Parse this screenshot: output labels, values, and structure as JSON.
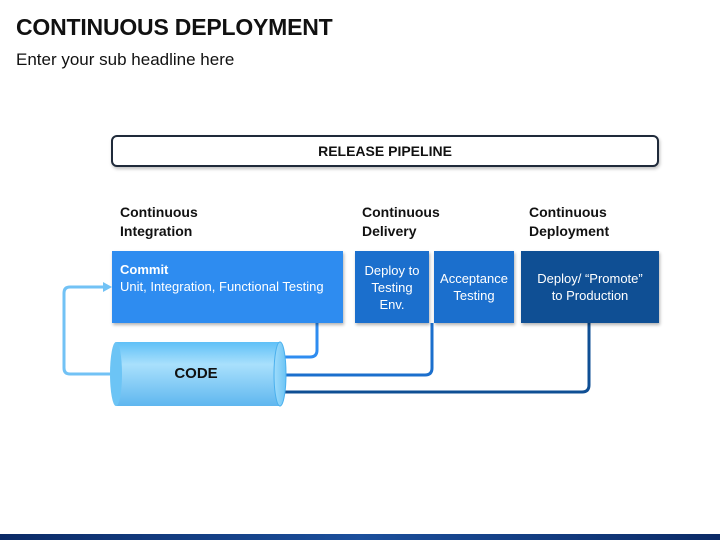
{
  "header": {
    "title": "CONTINUOUS DEPLOYMENT",
    "subtitle": "Enter your sub headline here"
  },
  "pipeline": {
    "label": "RELEASE PIPELINE"
  },
  "stages": [
    {
      "heading": "Continuous\nIntegration"
    },
    {
      "heading": "Continuous\nDelivery"
    },
    {
      "heading": "Continuous\nDeployment"
    }
  ],
  "boxes": {
    "commit": {
      "title": "Commit",
      "description": "Unit, Integration, Functional Testing"
    },
    "deploy_testing": {
      "label": "Deploy to\nTesting\nEnv."
    },
    "acceptance": {
      "label": "Acceptance\nTesting"
    },
    "production": {
      "label": "Deploy/ “Promote”\nto Production"
    }
  },
  "code": {
    "label": "CODE"
  },
  "colors": {
    "integration": "#2e8cf0",
    "delivery": "#1b6fcd",
    "deployment": "#0f4f94",
    "code_cylinder": "#8fd3fb",
    "loop_arrow": "#72c2f5"
  }
}
